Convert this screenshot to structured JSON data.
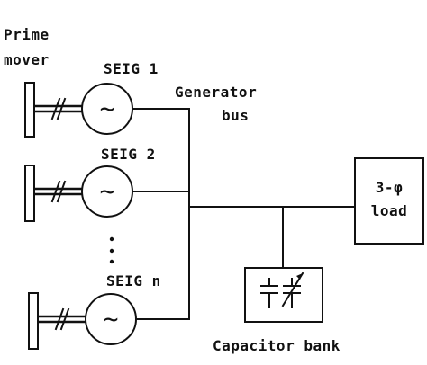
{
  "diagram": {
    "prime_mover_label_line1": "Prime",
    "prime_mover_label_line2": "mover",
    "generators": [
      {
        "label": "SEIG 1"
      },
      {
        "label": "SEIG 2"
      },
      {
        "label": "SEIG n"
      }
    ],
    "generator_bus_line1": "Generator",
    "generator_bus_line2": "bus",
    "load_line1": "3-φ",
    "load_line2": "load",
    "capacitor_bank_label": "Capacitor bank",
    "source_symbol": "~"
  }
}
